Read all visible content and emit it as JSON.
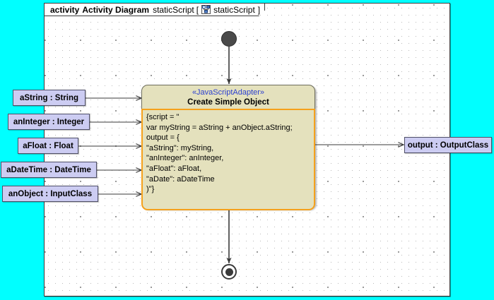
{
  "frame": {
    "keyword": "activity",
    "type_label": "Activity Diagram",
    "name": "staticScript",
    "bracket_open": "[",
    "icon": "uml-static-script-icon",
    "qualified_name": "staticScript",
    "bracket_close": "]"
  },
  "nodes": {
    "initial": {
      "name": "initial-node"
    },
    "final": {
      "name": "activity-final-node"
    },
    "action": {
      "stereotype": "«JavaScriptAdapter»",
      "title": "Create Simple Object",
      "script_lines": [
        "{script = \"",
        "var myString = aString + anObject.aString;",
        "output = {",
        "\"aString\": myString,",
        "\"anInteger\": anInteger,",
        "\"aFloat\": aFloat,",
        "\"aDate\": aDateTime",
        ")\"}"
      ]
    }
  },
  "input_pins": [
    {
      "label": "aString : String"
    },
    {
      "label": "anInteger : Integer"
    },
    {
      "label": "aFloat : Float"
    },
    {
      "label": "aDateTime : DateTime"
    },
    {
      "label": "anObject : InputClass"
    }
  ],
  "output_pins": [
    {
      "label": "output : OutputClass"
    }
  ],
  "colors": {
    "canvas": "#00ffff",
    "frame_bg": "#ffffff",
    "action_fill": "#e4e1bd",
    "selection_border": "#f5a11c",
    "pin_fill": "#ccccf2",
    "stereotype_text": "#2b3fd0",
    "edge": "#3a3a3a"
  }
}
